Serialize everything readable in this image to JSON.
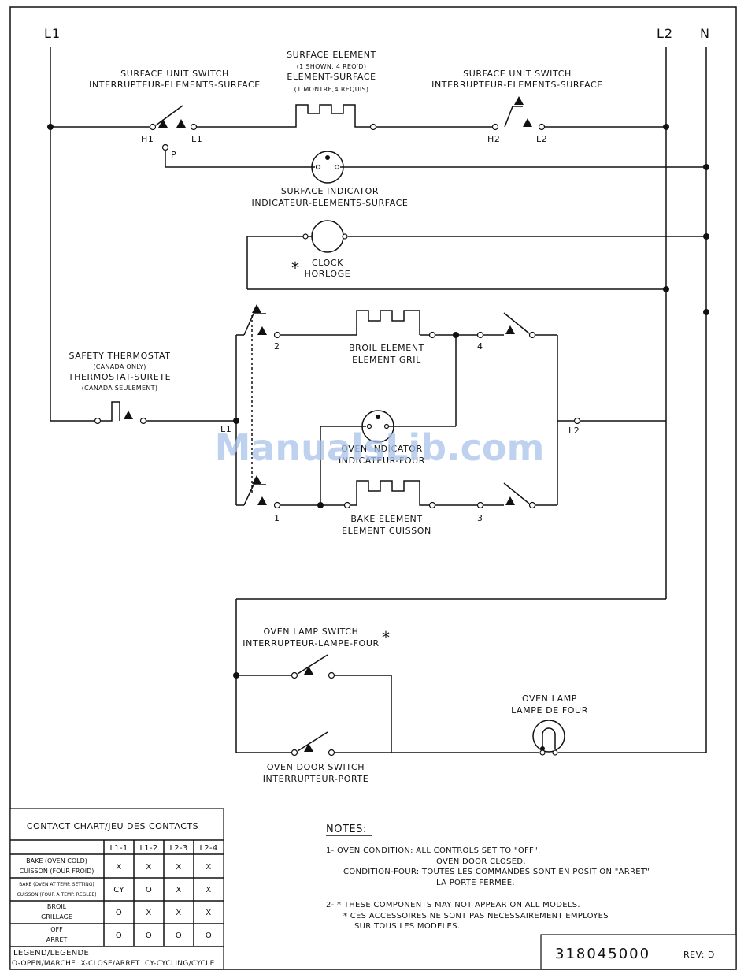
{
  "labels": {
    "bus_l1": "L1",
    "bus_l2": "L2",
    "bus_n": "N",
    "sus_left_1": "SURFACE UNIT SWITCH",
    "sus_left_2": "INTERRUPTEUR-ELEMENTS-SURFACE",
    "se_1": "SURFACE ELEMENT",
    "se_2": "(1 SHOWN, 4 REQ'D)",
    "se_3": "ELEMENT-SURFACE",
    "se_4": "(1 MONTRE,4 REQUIS)",
    "sus_right_1": "SURFACE UNIT SWITCH",
    "sus_right_2": "INTERRUPTEUR-ELEMENTS-SURFACE",
    "t_h1": "H1",
    "t_l1": "L1",
    "t_p": "P",
    "t_h2": "H2",
    "t_l2": "L2",
    "si_1": "SURFACE INDICATOR",
    "si_2": "INDICATEUR-ELEMENTS-SURFACE",
    "clock_star": "*",
    "clock_1": "CLOCK",
    "clock_2": "HORLOGE",
    "st_1": "SAFETY THERMOSTAT",
    "st_2": "(CANADA ONLY)",
    "st_3": "THERMOSTAT-SURETE",
    "st_4": "(CANADA SEULEMENT)",
    "oven_l1": "L1",
    "oven_l2": "L2",
    "c1": "1",
    "c2": "2",
    "c3": "3",
    "c4": "4",
    "broil_1": "BROIL ELEMENT",
    "broil_2": "ELEMENT GRIL",
    "oi_1": "OVEN INDICATOR",
    "oi_2": "INDICATEUR-FOUR",
    "bake_1": "BAKE ELEMENT",
    "bake_2": "ELEMENT CUISSON",
    "ols_1": "OVEN LAMP SWITCH",
    "ols_2": "INTERRUPTEUR-LAMPE-FOUR",
    "ols_star": "*",
    "lamp_1": "OVEN LAMP",
    "lamp_2": "LAMPE DE FOUR",
    "ods_1": "OVEN DOOR SWITCH",
    "ods_2": "INTERRUPTEUR-PORTE",
    "watermark": "ManualsLib.com"
  },
  "contact_chart": {
    "title": "CONTACT CHART/JEU DES CONTACTS",
    "columns": [
      "L1-1",
      "L1-2",
      "L2-3",
      "L2-4"
    ],
    "rows": [
      {
        "label1": "BAKE (OVEN COLD)",
        "label2": "CUISSON (FOUR FROID)",
        "values": [
          "X",
          "X",
          "X",
          "X"
        ]
      },
      {
        "label1": "BAKE (OVEN AT TEMP. SETTING)",
        "label2": "CUISSON (FOUR A TEMP. REGLEE)",
        "values": [
          "CY",
          "O",
          "X",
          "X"
        ]
      },
      {
        "label1": "BROIL",
        "label2": "GRILLAGE",
        "values": [
          "O",
          "X",
          "X",
          "X"
        ]
      },
      {
        "label1": "OFF",
        "label2": "ARRET",
        "values": [
          "O",
          "O",
          "O",
          "O"
        ]
      }
    ],
    "legend_title": "LEGEND/LEGENDE",
    "legend_text": "O-OPEN/MARCHE  X-CLOSE/ARRET  CY-CYCLING/CYCLE"
  },
  "notes": {
    "title": "NOTES:",
    "n1_a": "1- OVEN CONDITION: ALL CONTROLS SET TO \"OFF\".",
    "n1_b": "OVEN DOOR CLOSED.",
    "n1_c": "CONDITION-FOUR: TOUTES LES COMMANDES SONT EN POSITION \"ARRET\"",
    "n1_d": "LA PORTE FERMEE.",
    "n2_a": "2- * THESE COMPONENTS MAY NOT APPEAR ON ALL MODELS.",
    "n2_b": "* CES ACCESSOIRES NE SONT PAS NECESSAIREMENT EMPLOYES",
    "n2_c": "SUR TOUS LES MODELES."
  },
  "title_block": {
    "part_number": "318045000",
    "revision": "REV: D"
  }
}
